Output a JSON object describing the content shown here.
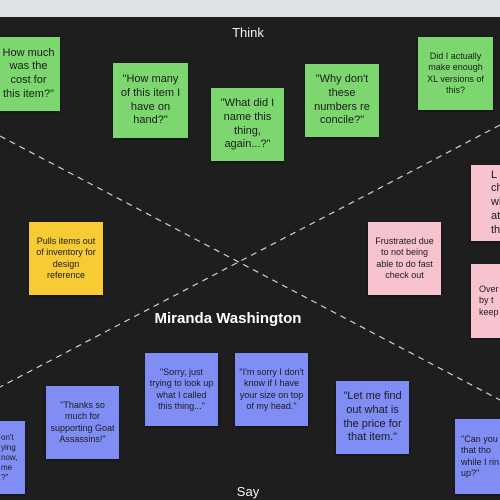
{
  "board": {
    "quadrants": {
      "think": "Think",
      "say": "Say"
    },
    "persona_name": "Miranda Washington",
    "colors": {
      "background": "#1e1e1e",
      "think_notes": "#7cd86e",
      "feel_notes": "#f7c3cf",
      "say_notes": "#7f8df4",
      "do_notes": "#f6cb33"
    },
    "notes": {
      "think": [
        "How much was the cost for this item?\"",
        "\"How many of this item I have on hand?\"",
        "\"What did I name this thing, again...?\"",
        "\"Why don't these numbers re concile?\"",
        "Did I actually make enough XL versions of this?"
      ],
      "do": [
        "Pulls items out of inventory for design reference"
      ],
      "feel": [
        "Frustrated due to not being able to do fast check out",
        "L cha with at th",
        "Over by t keep it"
      ],
      "say": [
        "on't ying now, me ?\"",
        "\"Thanks so much for supporting Goat Assassins!\"",
        "\"Sorry, just trying to look up what I called this thing...\"",
        "\"I'm sorry I don't know if I have your size on top of my head.\"",
        "\"Let me find out what is the price for that item.\"",
        "\"Can you that tho while I rin up?\""
      ]
    }
  }
}
